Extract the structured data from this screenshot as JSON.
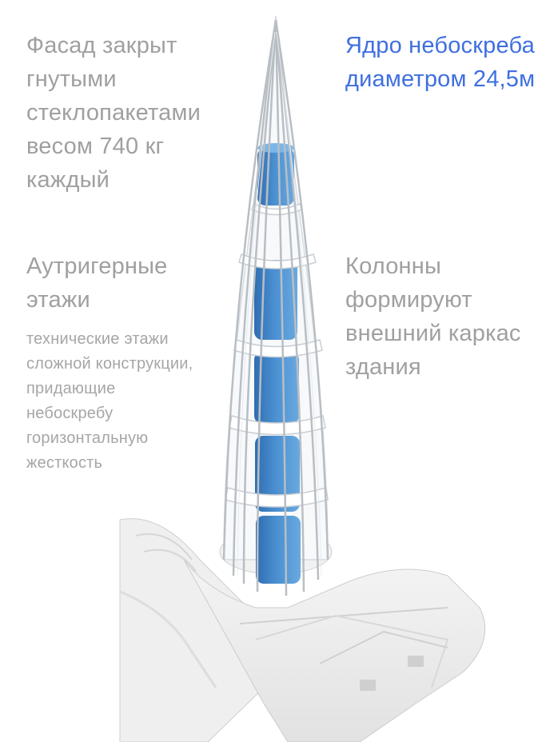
{
  "labels": {
    "facade": "Фасад закрыт гнутыми стеклопакетами весом 740 кг каждый",
    "core": "Ядро небоскреба диаметром 24,5м",
    "outrigger_title": "Аутригерные этажи",
    "outrigger_note": "технические этажи сложной конструкции, придающие небоскребу горизонтальную жесткость",
    "columns": "Колонны формируют внешний каркас здания"
  },
  "colors": {
    "core_blue": "#4a8fd0",
    "core_blue_dark": "#2f6db0",
    "label_blue": "#3f6fe0",
    "label_gray": "#a0a0a0"
  }
}
